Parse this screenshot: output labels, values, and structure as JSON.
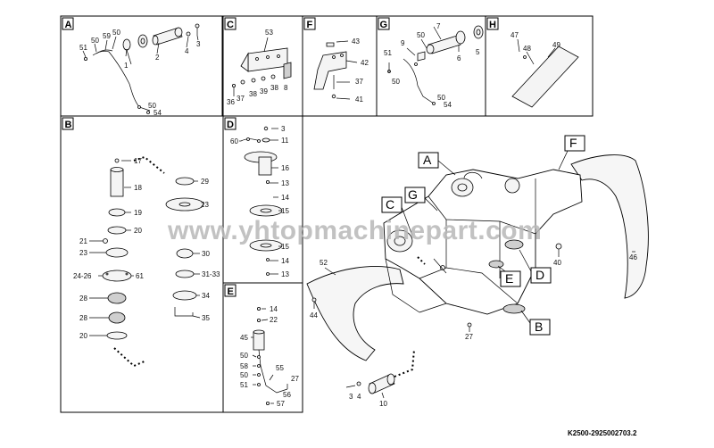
{
  "diagram": {
    "watermark": "www.yhtopmachinepart.com",
    "drawing_code": "K2500-2925002703.2",
    "panels": {
      "A": {
        "label": "A",
        "numbers": [
          "51",
          "50",
          "59",
          "50",
          "1",
          "2",
          "4",
          "3",
          "1",
          "50",
          "54"
        ]
      },
      "B": {
        "label": "B",
        "numbers": [
          "17",
          "18",
          "19",
          "20",
          "21",
          "23",
          "24-26",
          "61",
          "28",
          "28",
          "20",
          "29",
          "23",
          "30",
          "31-33",
          "34",
          "35"
        ]
      },
      "C": {
        "label": "C",
        "numbers": [
          "53",
          "36",
          "37",
          "38",
          "39",
          "38",
          "8"
        ]
      },
      "D": {
        "label": "D",
        "numbers": [
          "3",
          "60",
          "11",
          "16",
          "13",
          "14",
          "15",
          "15",
          "14",
          "13"
        ]
      },
      "E": {
        "label": "E",
        "numbers": [
          "14",
          "22",
          "45",
          "50",
          "58",
          "50",
          "51",
          "55",
          "27",
          "56",
          "57"
        ]
      },
      "F": {
        "label": "F",
        "numbers": [
          "43",
          "42",
          "37",
          "41"
        ]
      },
      "G": {
        "label": "G",
        "numbers": [
          "7",
          "50",
          "9",
          "51",
          "6",
          "5",
          "50",
          "50",
          "54"
        ]
      },
      "H": {
        "label": "H",
        "numbers": [
          "47",
          "48",
          "49"
        ]
      }
    },
    "callouts": [
      "A",
      "B",
      "C",
      "D",
      "E",
      "F",
      "G"
    ],
    "main_numbers": [
      "52",
      "44",
      "27",
      "46",
      "40",
      "3",
      "4",
      "10"
    ]
  }
}
